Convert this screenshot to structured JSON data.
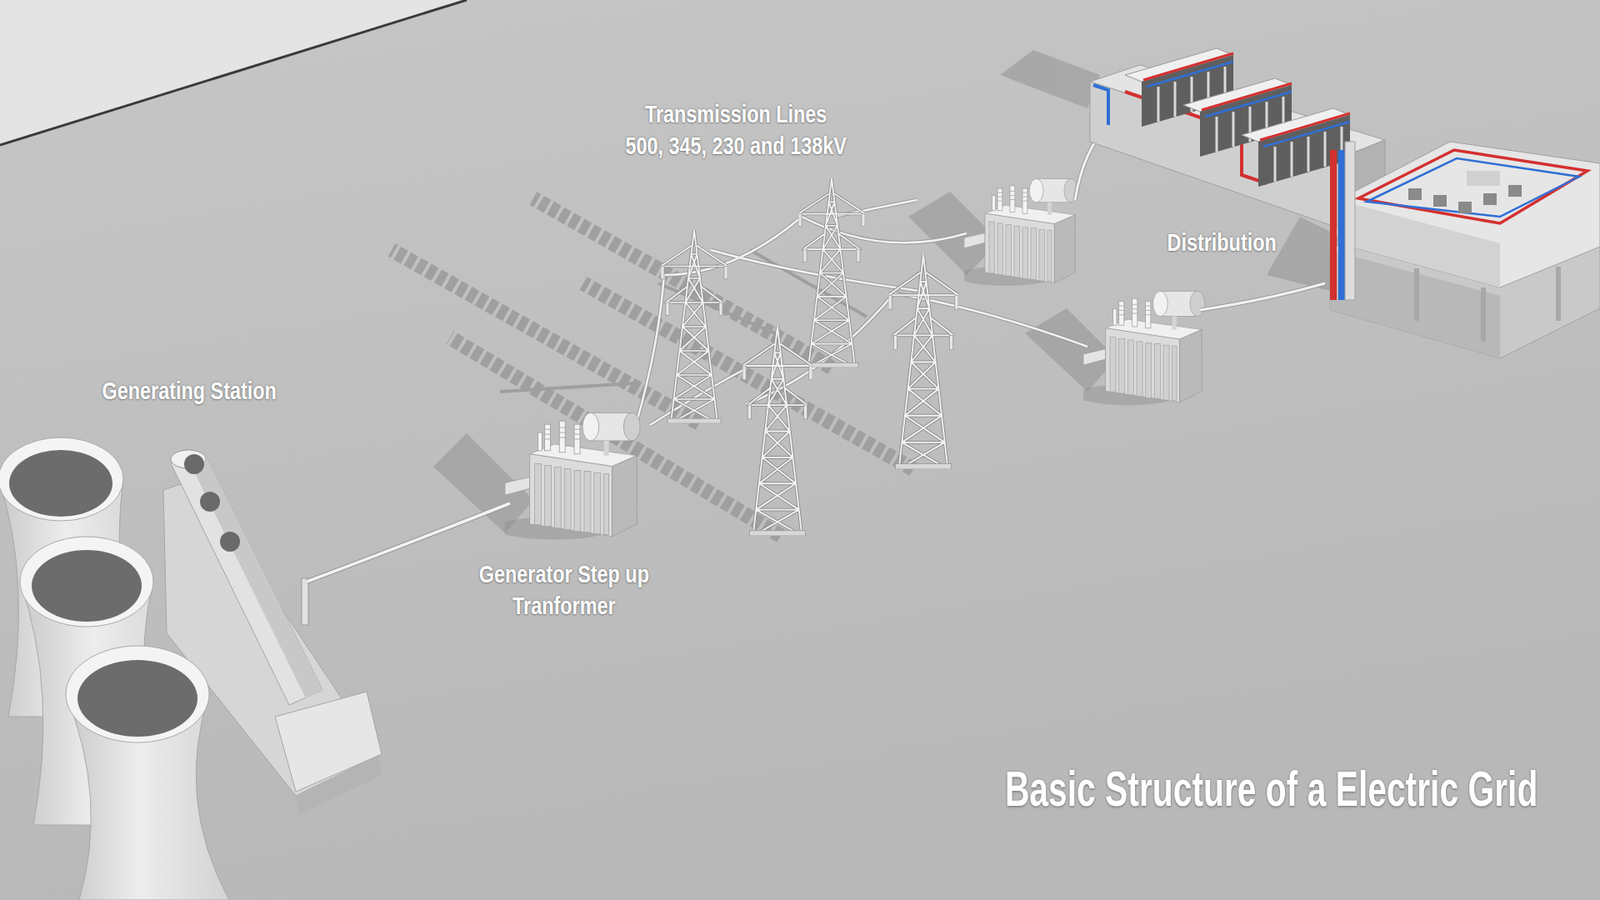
{
  "diagram": {
    "title": "Basic Structure of a Electric Grid",
    "labels": [
      "Transmission Lines 500, 345, 230 and 138kV",
      "Distribution",
      "Generating Station",
      "Generator Step up Tranformer"
    ]
  }
}
